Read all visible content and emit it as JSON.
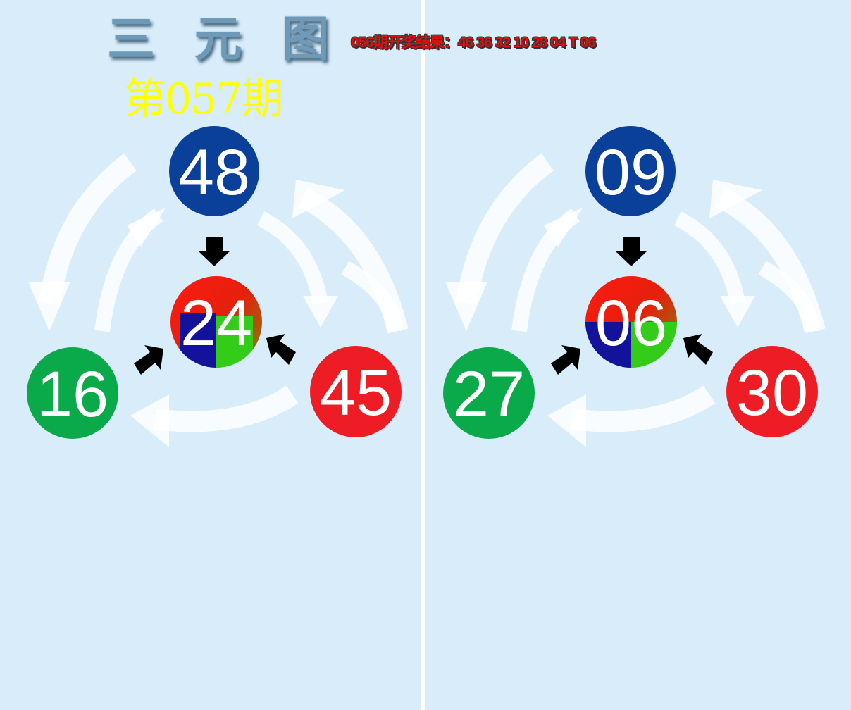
{
  "title": "三 元 图",
  "last_result": "056期开奖结果：46 36 32 10 28 04 T 06",
  "issue": "第057期",
  "colors": {
    "background": "#d8ecfa",
    "blue": "#0a3f9a",
    "green": "#0aaa4a",
    "red": "#ee1c24",
    "title": "#6e9ab8",
    "issue": "#ffff00"
  },
  "panels": [
    {
      "top": "48",
      "left": "16",
      "right": "45",
      "center": "24"
    },
    {
      "top": "09",
      "left": "27",
      "right": "30",
      "center": "06"
    }
  ]
}
